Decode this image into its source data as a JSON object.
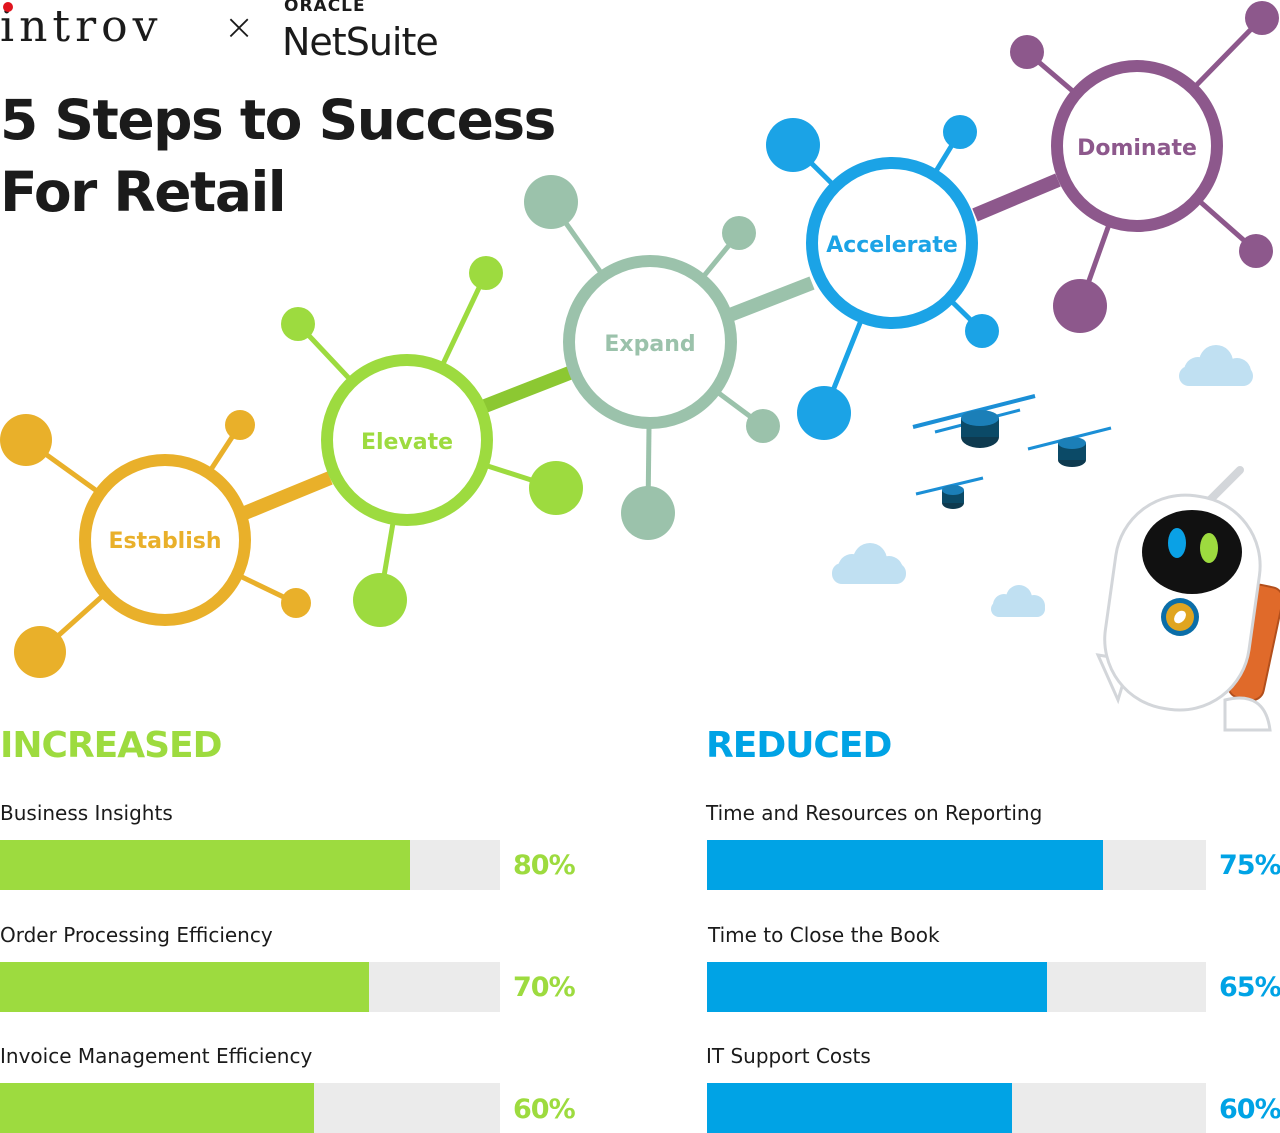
{
  "header": {
    "brand_left": "introv",
    "separator": "×",
    "brand_right_top": "ORACLE",
    "brand_right": "NetSuite",
    "title_line1": "5 Steps to Success",
    "title_line2": "For Retail"
  },
  "steps": [
    {
      "label": "Establish",
      "color": "#e9b02a"
    },
    {
      "label": "Elevate",
      "color": "#9ddb3f"
    },
    {
      "label": "Expand",
      "color": "#9bc2ab"
    },
    {
      "label": "Accelerate",
      "color": "#1ba3e6"
    },
    {
      "label": "Dominate",
      "color": "#8d588c"
    }
  ],
  "colors": {
    "increased": "#9ddb3f",
    "reduced": "#00a3e5",
    "track": "#ebebeb",
    "cloud": "#c0e0f2",
    "robot_accent": "#e06a2a"
  },
  "increased": {
    "heading": "INCREASED",
    "items": [
      {
        "label": "Business Insights",
        "value": "80%"
      },
      {
        "label": "Order Processing Efficiency",
        "value": "70%"
      },
      {
        "label": "Invoice Management Efficiency",
        "value": "60%"
      }
    ]
  },
  "reduced": {
    "heading": "REDUCED",
    "items": [
      {
        "label": "Time and Resources on Reporting",
        "value": "75%"
      },
      {
        "label": "Time to Close the Book",
        "value": "65%"
      },
      {
        "label": "IT Support Costs",
        "value": "60%"
      }
    ]
  },
  "chart_data": [
    {
      "type": "bar",
      "title": "INCREASED",
      "categories": [
        "Business Insights",
        "Order Processing Efficiency",
        "Invoice Management Efficiency"
      ],
      "values": [
        80,
        70,
        60
      ],
      "orientation": "horizontal",
      "ylim": [
        0,
        100
      ],
      "color": "#9ddb3f"
    },
    {
      "type": "bar",
      "title": "REDUCED",
      "categories": [
        "Time and Resources on Reporting",
        "Time to Close the Book",
        "IT Support Costs"
      ],
      "values": [
        75,
        65,
        60
      ],
      "orientation": "horizontal",
      "ylim": [
        0,
        100
      ],
      "color": "#00a3e5"
    }
  ]
}
